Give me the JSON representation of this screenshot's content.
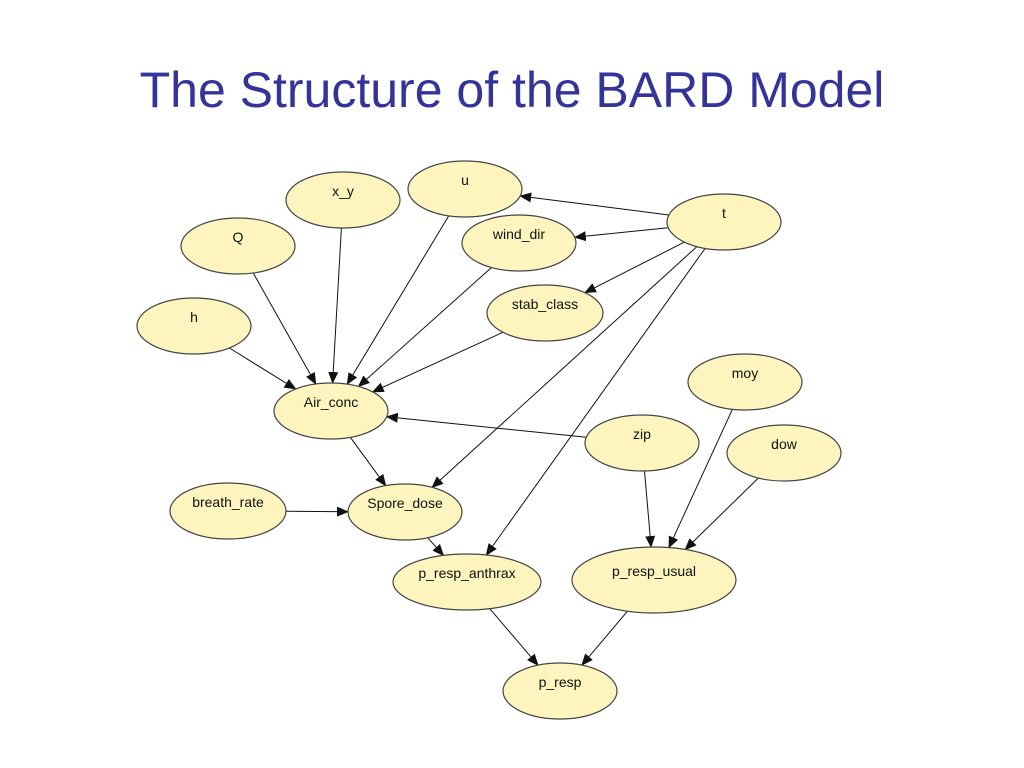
{
  "title": "The Structure of the BARD Model",
  "colors": {
    "title": "#333399",
    "node_fill": "#fdf5bd",
    "node_stroke": "#444444",
    "edge": "#111111"
  },
  "nodes": [
    {
      "id": "x_y",
      "label": "x_y"
    },
    {
      "id": "u",
      "label": "u"
    },
    {
      "id": "t",
      "label": "t"
    },
    {
      "id": "Q",
      "label": "Q"
    },
    {
      "id": "wind_dir",
      "label": "wind_dir"
    },
    {
      "id": "h",
      "label": "h"
    },
    {
      "id": "stab_class",
      "label": "stab_class"
    },
    {
      "id": "moy",
      "label": "moy"
    },
    {
      "id": "Air_conc",
      "label": "Air_conc"
    },
    {
      "id": "zip",
      "label": "zip"
    },
    {
      "id": "dow",
      "label": "dow"
    },
    {
      "id": "breath_rate",
      "label": "breath_rate"
    },
    {
      "id": "Spore_dose",
      "label": "Spore_dose"
    },
    {
      "id": "p_resp_anthrax",
      "label": "p_resp_anthrax"
    },
    {
      "id": "p_resp_usual",
      "label": "p_resp_usual"
    },
    {
      "id": "p_resp",
      "label": "p_resp"
    }
  ],
  "edges": [
    {
      "from": "t",
      "to": "u"
    },
    {
      "from": "t",
      "to": "wind_dir"
    },
    {
      "from": "t",
      "to": "stab_class"
    },
    {
      "from": "t",
      "to": "Spore_dose"
    },
    {
      "from": "t",
      "to": "p_resp_anthrax"
    },
    {
      "from": "x_y",
      "to": "Air_conc"
    },
    {
      "from": "u",
      "to": "Air_conc"
    },
    {
      "from": "Q",
      "to": "Air_conc"
    },
    {
      "from": "wind_dir",
      "to": "Air_conc"
    },
    {
      "from": "h",
      "to": "Air_conc"
    },
    {
      "from": "stab_class",
      "to": "Air_conc"
    },
    {
      "from": "zip",
      "to": "Air_conc"
    },
    {
      "from": "Air_conc",
      "to": "Spore_dose"
    },
    {
      "from": "breath_rate",
      "to": "Spore_dose"
    },
    {
      "from": "Spore_dose",
      "to": "p_resp_anthrax"
    },
    {
      "from": "zip",
      "to": "p_resp_usual"
    },
    {
      "from": "moy",
      "to": "p_resp_usual"
    },
    {
      "from": "dow",
      "to": "p_resp_usual"
    },
    {
      "from": "p_resp_anthrax",
      "to": "p_resp"
    },
    {
      "from": "p_resp_usual",
      "to": "p_resp"
    }
  ]
}
